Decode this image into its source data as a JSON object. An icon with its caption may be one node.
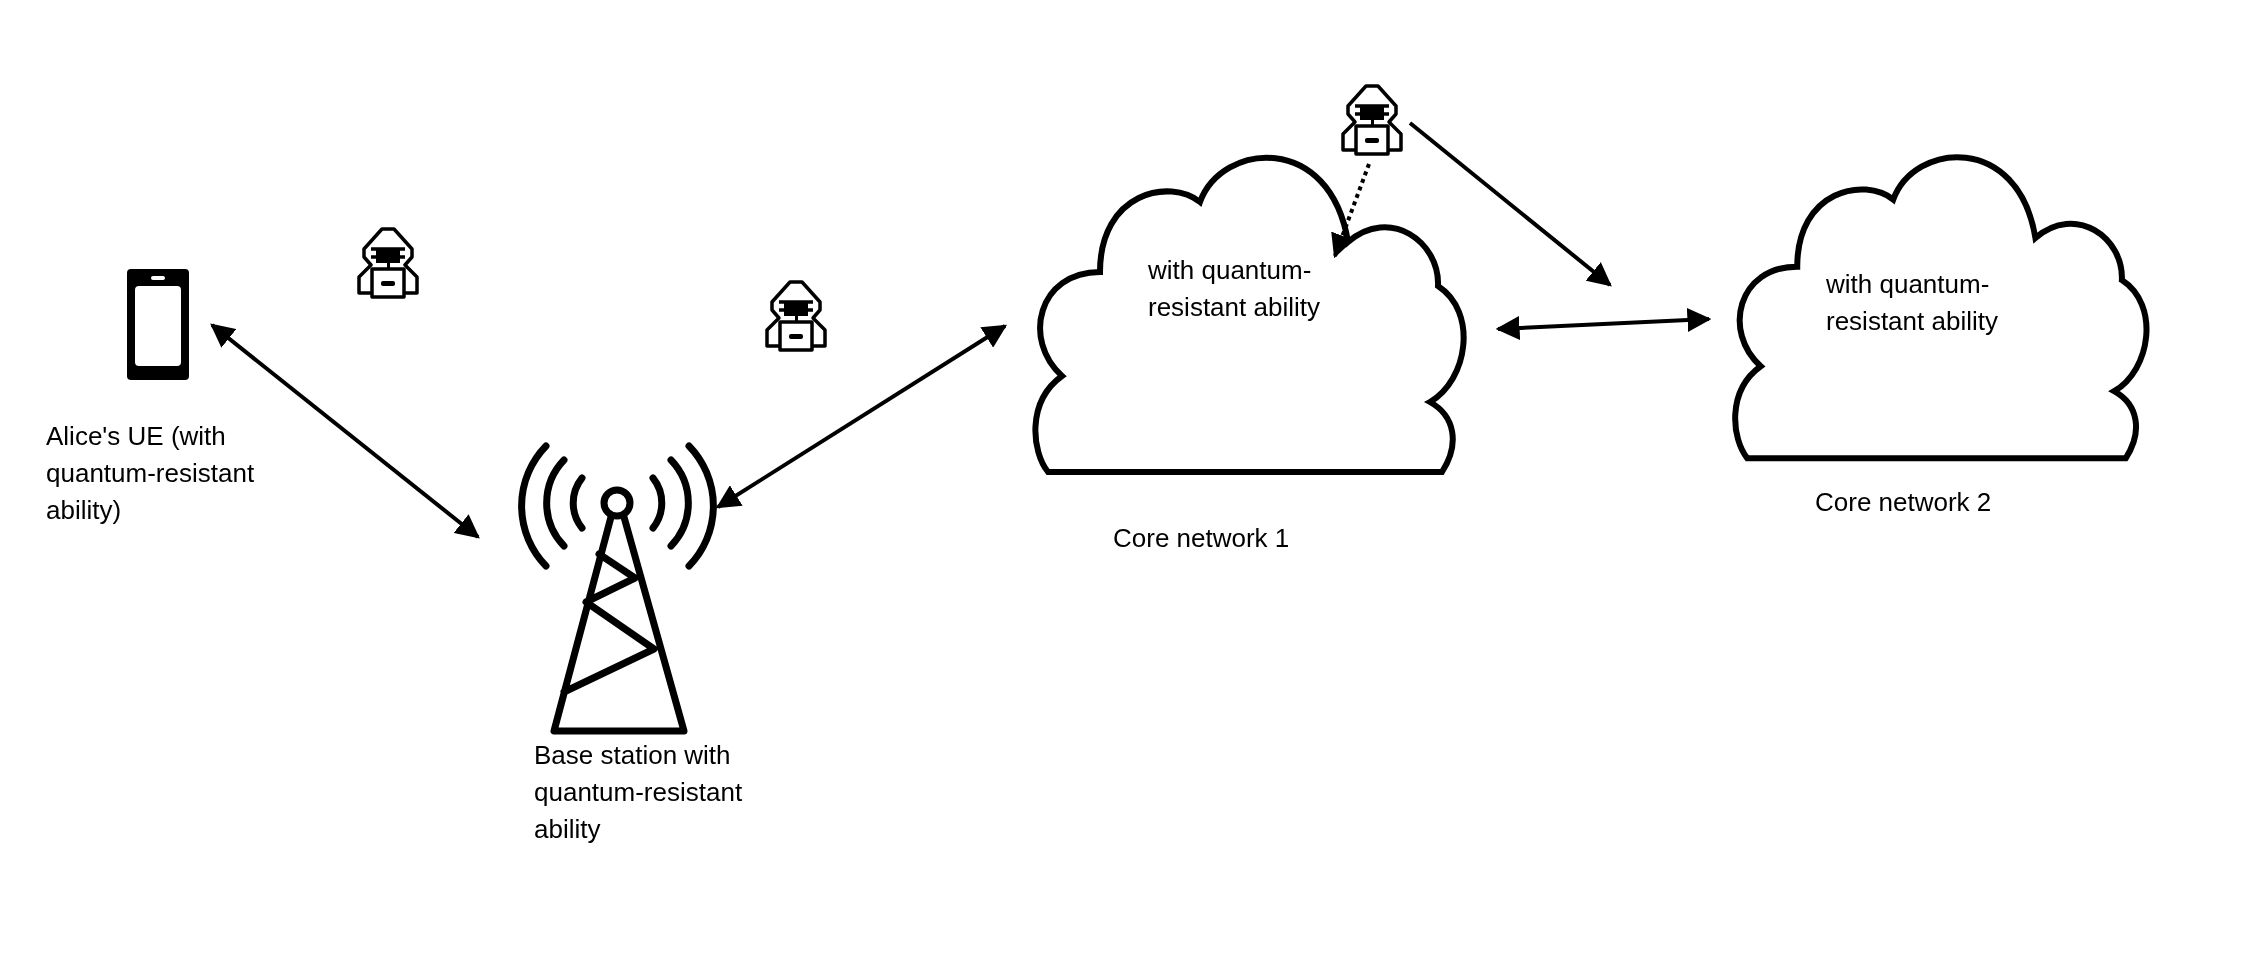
{
  "diagram": {
    "nodes": [
      {
        "text": [
          "Alice's UE (with quantum-resistant ability)"
        ]
      },
      {
        "text": [
          "Base station with quantum-resistant ability"
        ]
      },
      {
        "text": [
          "with quantum-resistant ability",
          "Core network 1"
        ]
      },
      {
        "text": [
          "with quantum-resistant ability",
          "Core network 2"
        ]
      },
      {
        "text": [],
        "shape": "person"
      },
      {
        "text": [],
        "shape": "person"
      },
      {
        "text": [],
        "shape": "person"
      }
    ],
    "edges": [
      {
        "from": 0,
        "to": 1,
        "arrow": "both"
      },
      {
        "from": 1,
        "to": 2,
        "arrow": "both"
      },
      {
        "from": 2,
        "to": 3,
        "arrow": "both"
      },
      {
        "from": 6,
        "to": 2,
        "arrow": "to",
        "style": "dashed"
      },
      {
        "from": 6,
        "to": null,
        "arrow": "to"
      }
    ]
  }
}
